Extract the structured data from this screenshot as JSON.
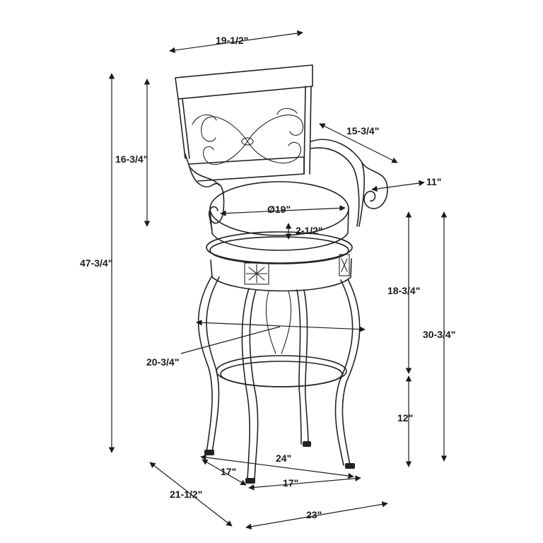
{
  "dimensions": {
    "overall_width": "19-1/2\"",
    "back_height": "16-3/4\"",
    "overall_height": "47-3/4\"",
    "arm_length": "15-3/4\"",
    "arm_width": "11\"",
    "seat_diameter": "Ø19\"",
    "seat_thickness": "2-1/2\"",
    "seat_height_to_ring": "18-3/4\"",
    "seat_height": "30-3/4\"",
    "footrest_height": "12\"",
    "mid_width": "20-3/4\"",
    "base_depth_24": "24\"",
    "base_17_a": "17\"",
    "base_17_b": "17\"",
    "overall_depth": "21-1/2\"",
    "base_width": "23\""
  },
  "colors": {
    "ink": "#1a1a1a",
    "background": "#ffffff"
  }
}
